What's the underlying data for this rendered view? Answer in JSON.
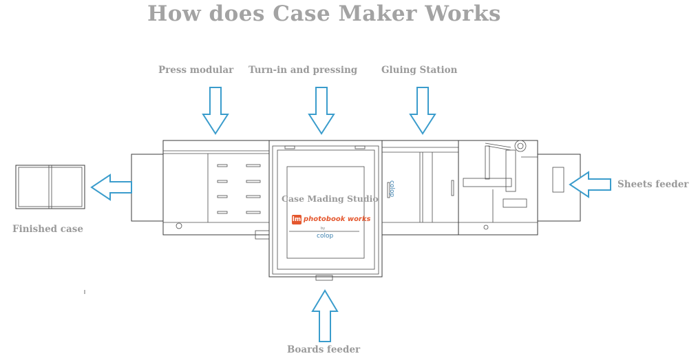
{
  "title": "How does Case Maker Works",
  "stations": {
    "press_modular": "Press modular",
    "turn_in": "Turn-in and pressing",
    "gluing": "Gluing Station",
    "studio": "Case Mading Studio"
  },
  "feeders": {
    "sheets": "Sheets feeder",
    "boards": "Boards feeder"
  },
  "output": {
    "finished_case": "Finished case"
  },
  "branding": {
    "logo_mark": "lm",
    "logo_text": "photobook works",
    "by": "by",
    "maker": "colop"
  },
  "colors": {
    "arrow": "#3a9ccc",
    "label": "#9a9a9a",
    "logo": "#e4572e",
    "line": "#3a3a3a"
  }
}
